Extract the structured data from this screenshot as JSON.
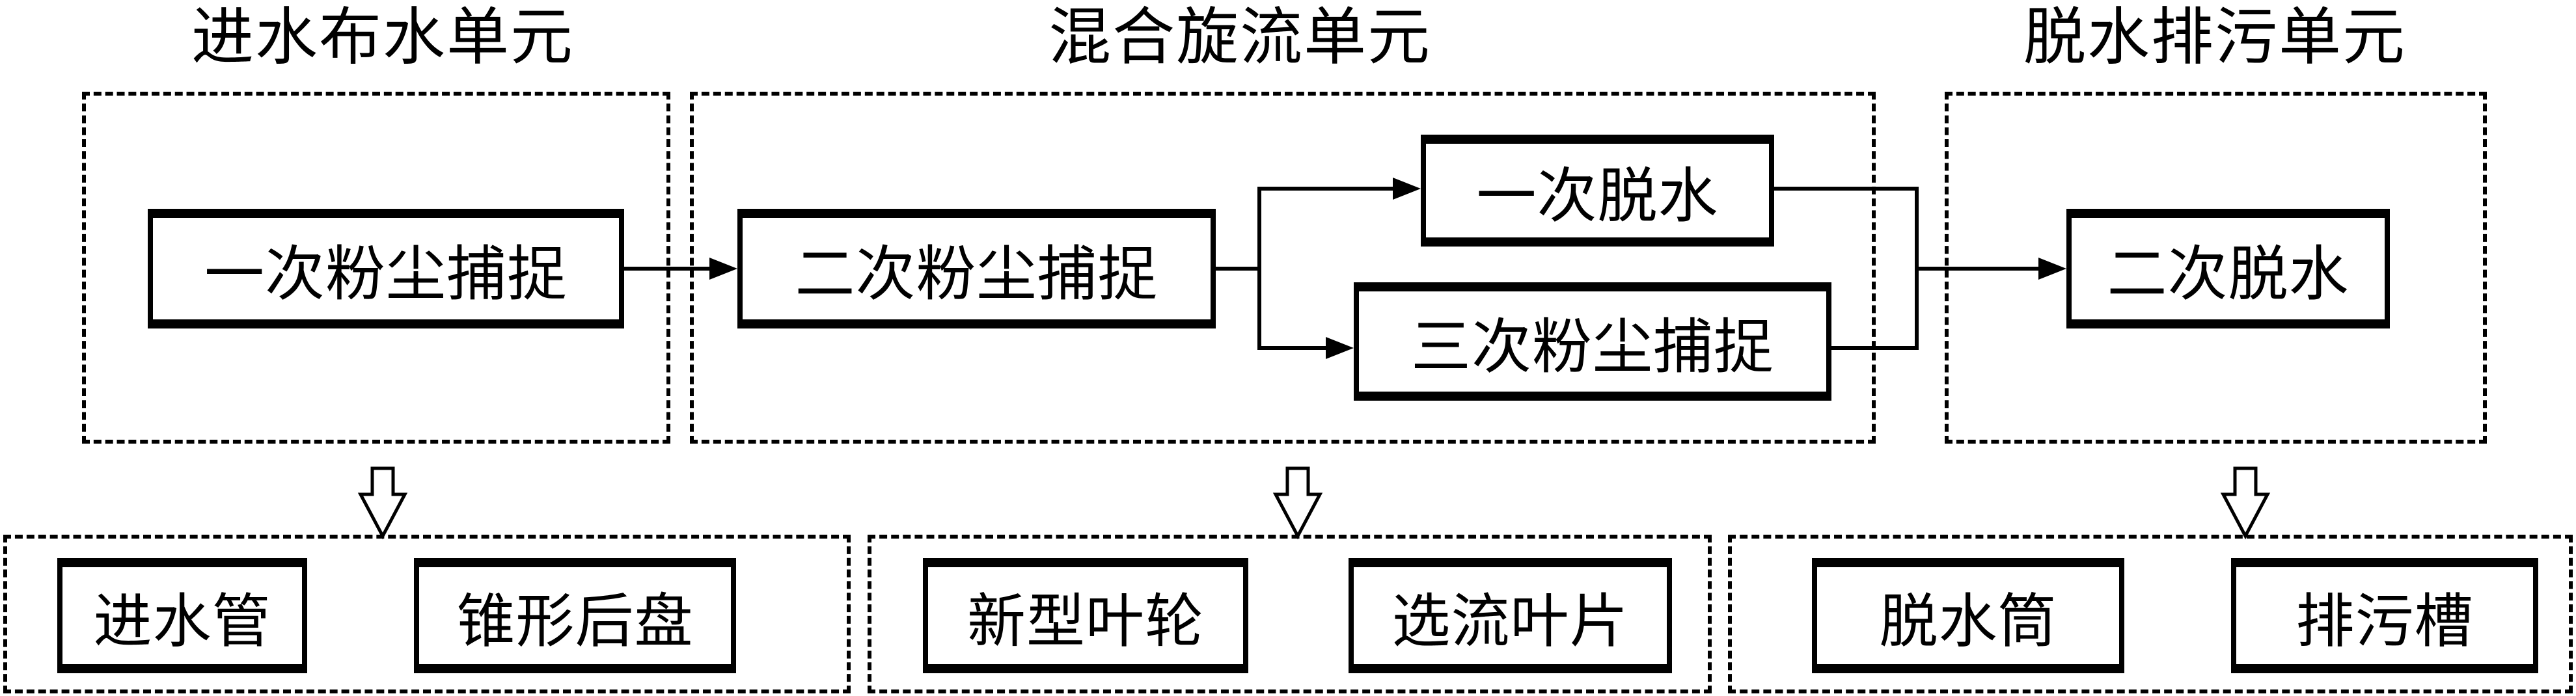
{
  "units": {
    "inlet": {
      "title": "进水布水单元",
      "process": "一次粉尘捕捉",
      "components": [
        "进水管",
        "锥形后盘"
      ]
    },
    "mixing": {
      "title": "混合旋流单元",
      "process_main": "二次粉尘捕捉",
      "process_upper": "一次脱水",
      "process_lower": "三次粉尘捕捉",
      "components": [
        "新型叶轮",
        "选流叶片"
      ]
    },
    "dewater": {
      "title": "脱水排污单元",
      "process": "二次脱水",
      "components": [
        "脱水筒",
        "排污槽"
      ]
    }
  },
  "icons": {
    "flow_arrow": "solid-arrow-right",
    "mapping_arrow": "hollow-arrow-down"
  },
  "colors": {
    "line": "#000000",
    "background": "#ffffff"
  }
}
